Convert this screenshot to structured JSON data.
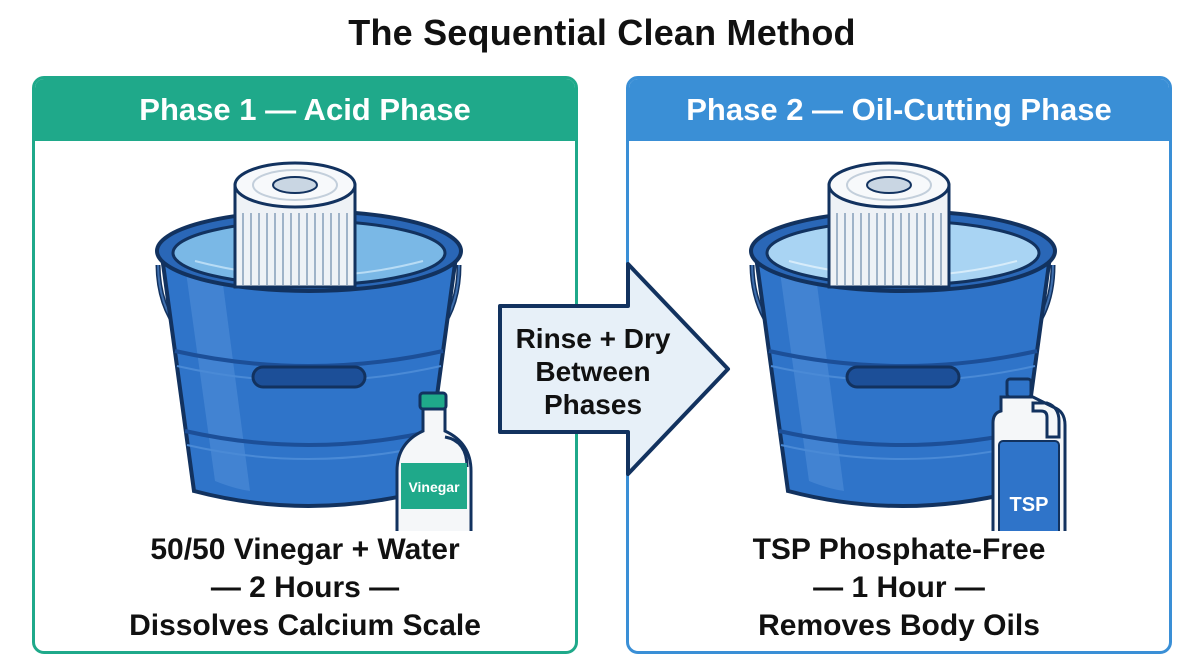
{
  "title": "The Sequential Clean Method",
  "phases": [
    {
      "header": "Phase 1 — Acid Phase",
      "bottle_label": "Vinegar",
      "caption": [
        "50/50 Vinegar + Water",
        "— 2 Hours —",
        "Dissolves Calcium Scale"
      ],
      "color": "#1fa98a"
    },
    {
      "header": "Phase 2 — Oil-Cutting Phase",
      "bottle_label": "TSP",
      "caption": [
        "TSP Phosphate-Free",
        "— 1 Hour —",
        "Removes Body Oils"
      ],
      "color": "#3a8fd6"
    }
  ],
  "transition": {
    "lines": [
      "Rinse + Dry",
      "Between",
      "Phases"
    ]
  },
  "colors": {
    "bucket": "#2f74c9",
    "bucket_dark": "#1c4f98",
    "outline": "#12325f",
    "water_phase1": "#7ab8e6",
    "water_phase2": "#a9d4f3",
    "arrow_fill": "#e7f0f8"
  }
}
